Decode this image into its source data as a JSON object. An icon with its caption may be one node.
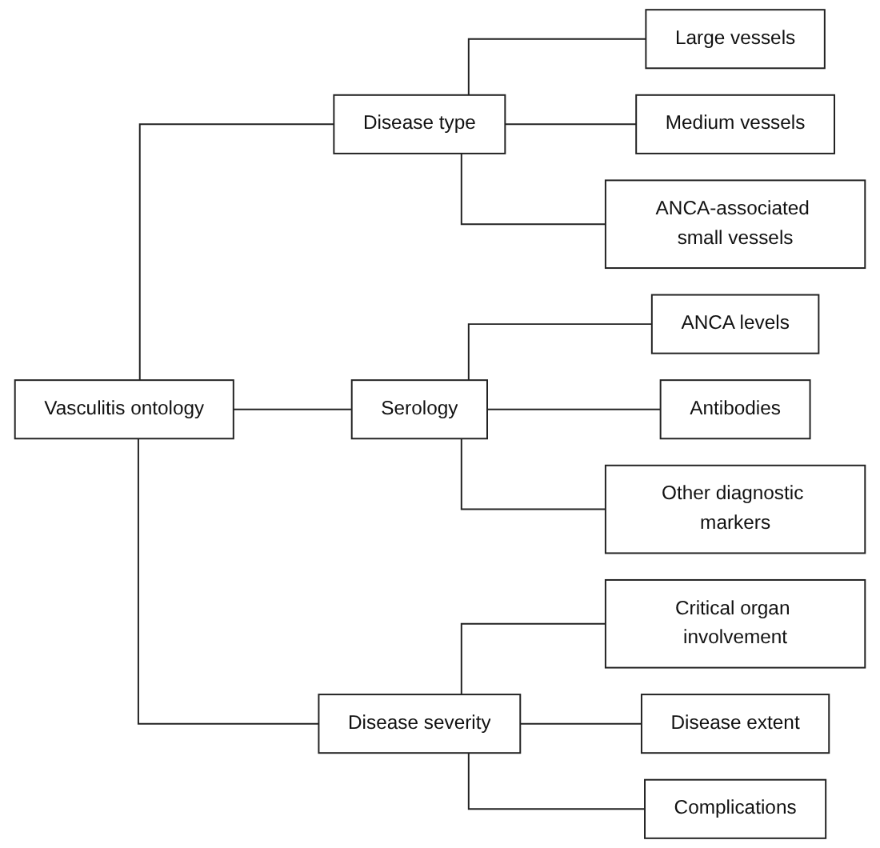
{
  "diagram": {
    "nodes": [
      {
        "text": [
          "Vasculitis ontology"
        ]
      },
      {
        "text": [
          "Disease type"
        ]
      },
      {
        "text": [
          "Large vessels"
        ]
      },
      {
        "text": [
          "Medium vessels"
        ]
      },
      {
        "text": [
          "ANCA-associated small vessels"
        ]
      },
      {
        "text": [
          "Serology"
        ]
      },
      {
        "text": [
          "ANCA levels"
        ]
      },
      {
        "text": [
          "Antibodies"
        ]
      },
      {
        "text": [
          "Other diagnostic markers"
        ]
      },
      {
        "text": [
          "Disease severity"
        ]
      },
      {
        "text": [
          "Critical organ involvement"
        ]
      },
      {
        "text": [
          "Disease extent"
        ]
      },
      {
        "text": [
          "Complications"
        ]
      }
    ],
    "edges": [
      {
        "from": 0,
        "to": 1,
        "arrow": "none"
      },
      {
        "from": 0,
        "to": 5,
        "arrow": "none"
      },
      {
        "from": 0,
        "to": 9,
        "arrow": "none"
      },
      {
        "from": 1,
        "to": 2,
        "arrow": "none"
      },
      {
        "from": 1,
        "to": 3,
        "arrow": "none"
      },
      {
        "from": 1,
        "to": 4,
        "arrow": "none"
      },
      {
        "from": 5,
        "to": 6,
        "arrow": "none"
      },
      {
        "from": 5,
        "to": 7,
        "arrow": "none"
      },
      {
        "from": 5,
        "to": 8,
        "arrow": "none"
      },
      {
        "from": 9,
        "to": 10,
        "arrow": "none"
      },
      {
        "from": 9,
        "to": 11,
        "arrow": "none"
      },
      {
        "from": 9,
        "to": 12,
        "arrow": "none"
      }
    ]
  }
}
